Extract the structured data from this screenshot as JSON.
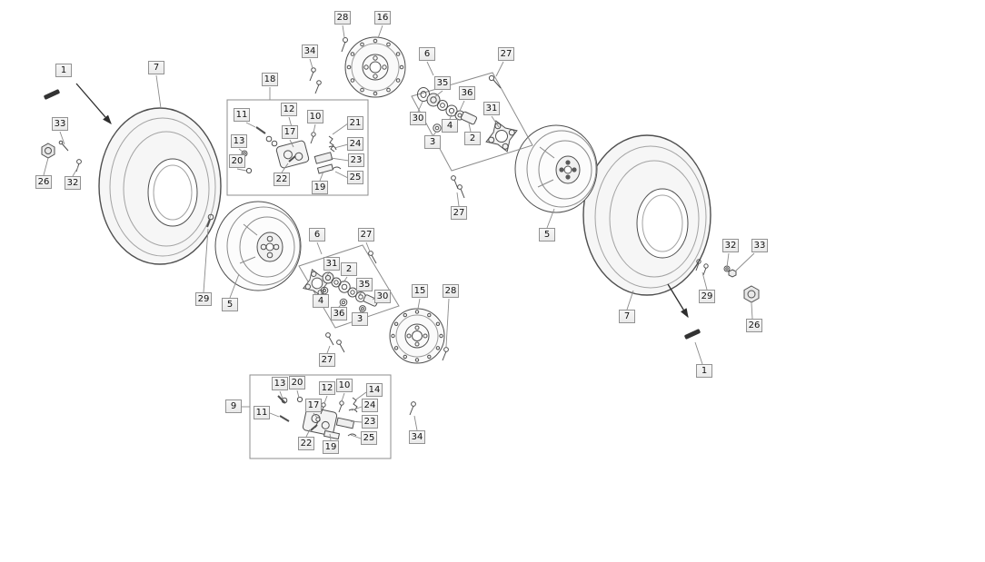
{
  "colors": {
    "background": "#ffffff",
    "line": "#4f4f4f",
    "leader": "#8a8a8a",
    "callout_border": "#929292",
    "callout_bg": "#f0f0f0"
  },
  "callouts": [
    {
      "label": "1"
    },
    {
      "label": "7"
    },
    {
      "label": "33"
    },
    {
      "label": "26"
    },
    {
      "label": "32"
    },
    {
      "label": "18"
    },
    {
      "label": "11"
    },
    {
      "label": "12"
    },
    {
      "label": "10"
    },
    {
      "label": "21"
    },
    {
      "label": "13"
    },
    {
      "label": "17"
    },
    {
      "label": "24"
    },
    {
      "label": "20"
    },
    {
      "label": "23"
    },
    {
      "label": "22"
    },
    {
      "label": "19"
    },
    {
      "label": "25"
    },
    {
      "label": "28"
    },
    {
      "label": "16"
    },
    {
      "label": "34"
    },
    {
      "label": "6"
    },
    {
      "label": "27"
    },
    {
      "label": "35"
    },
    {
      "label": "36"
    },
    {
      "label": "30"
    },
    {
      "label": "31"
    },
    {
      "label": "4"
    },
    {
      "label": "2"
    },
    {
      "label": "3"
    },
    {
      "label": "27"
    },
    {
      "label": "5"
    },
    {
      "label": "7"
    },
    {
      "label": "1"
    },
    {
      "label": "29"
    },
    {
      "label": "32"
    },
    {
      "label": "33"
    },
    {
      "label": "26"
    },
    {
      "label": "29"
    },
    {
      "label": "5"
    },
    {
      "label": "6"
    },
    {
      "label": "27"
    },
    {
      "label": "31"
    },
    {
      "label": "2"
    },
    {
      "label": "35"
    },
    {
      "label": "30"
    },
    {
      "label": "4"
    },
    {
      "label": "36"
    },
    {
      "label": "3"
    },
    {
      "label": "27"
    },
    {
      "label": "15"
    },
    {
      "label": "28"
    },
    {
      "label": "34"
    },
    {
      "label": "9"
    },
    {
      "label": "13"
    },
    {
      "label": "20"
    },
    {
      "label": "12"
    },
    {
      "label": "10"
    },
    {
      "label": "14"
    },
    {
      "label": "11"
    },
    {
      "label": "17"
    },
    {
      "label": "24"
    },
    {
      "label": "23"
    },
    {
      "label": "22"
    },
    {
      "label": "19"
    },
    {
      "label": "25"
    }
  ]
}
